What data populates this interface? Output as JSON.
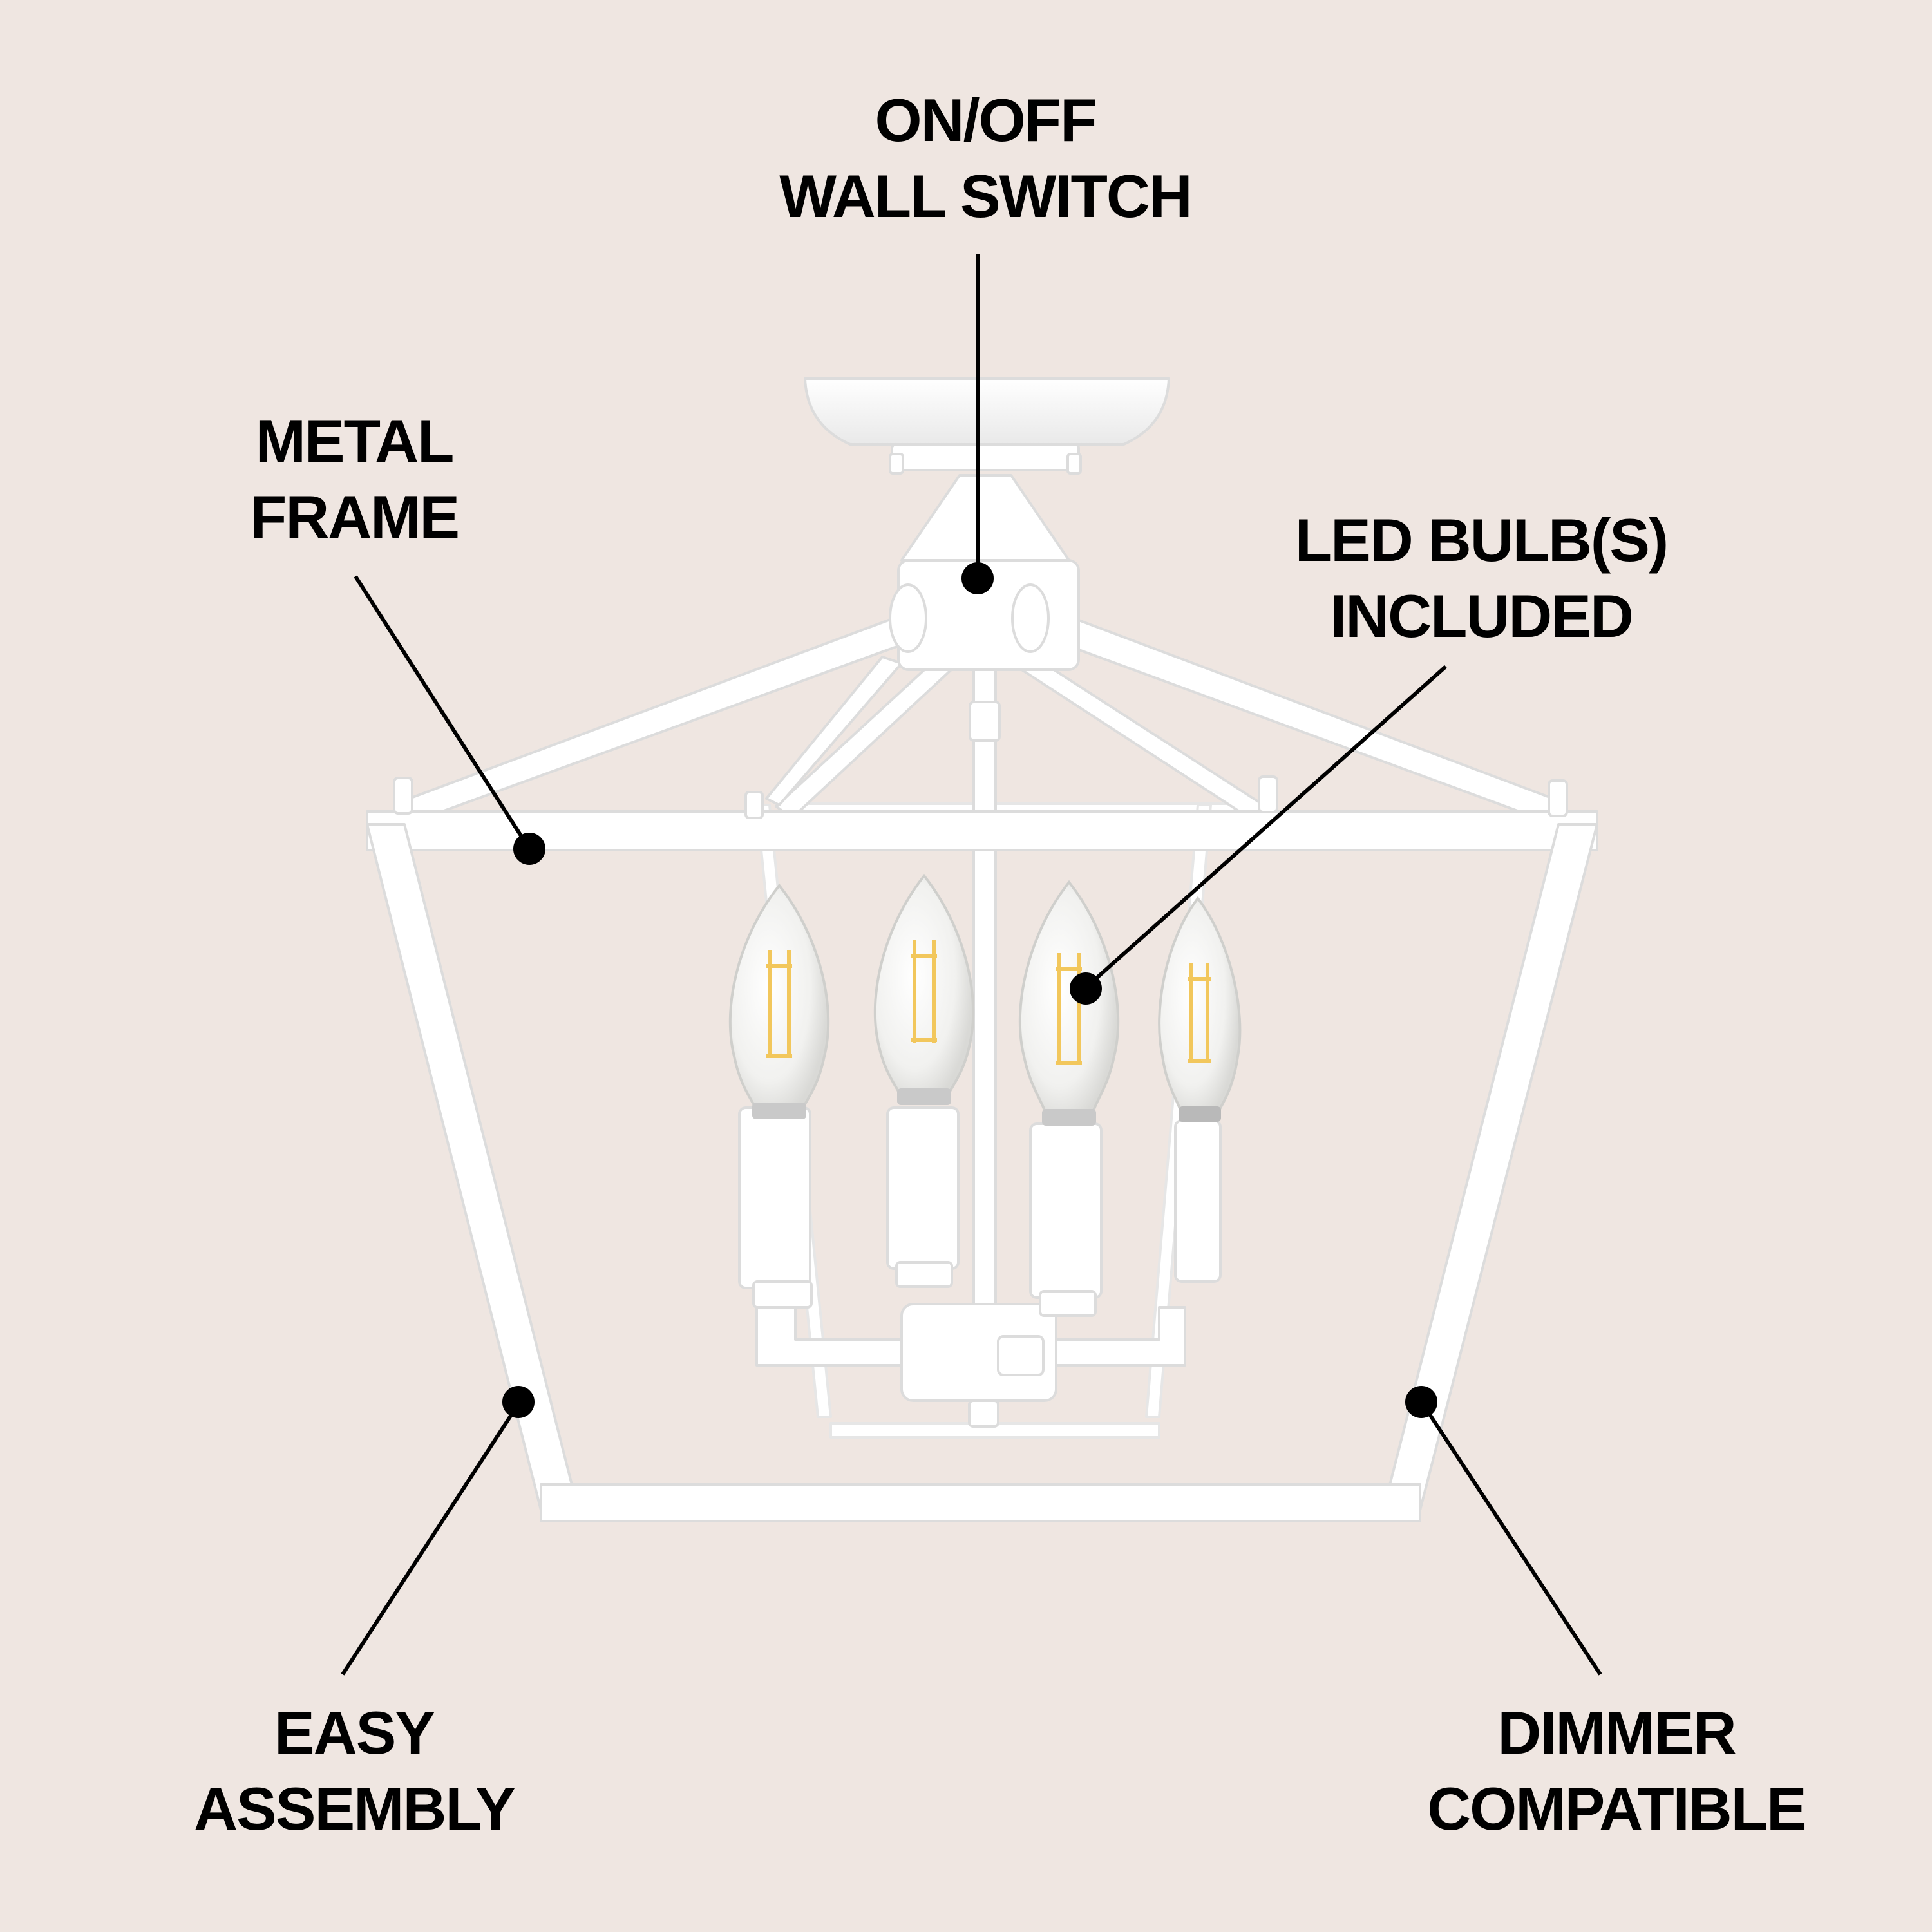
{
  "colors": {
    "background": "#efe6e1",
    "text": "#000000",
    "fixture": "#ffffff",
    "fixture_edge": "#dedede",
    "bulb_glass": "#f4f4f2",
    "filament": "#f2c75c",
    "callout": "#000000"
  },
  "callouts": [
    {
      "id": "switch",
      "lines": [
        "ON/OFF",
        "WALL SWITCH"
      ]
    },
    {
      "id": "metal",
      "lines": [
        "METAL",
        "FRAME"
      ]
    },
    {
      "id": "led",
      "lines": [
        "LED BULB(S)",
        "INCLUDED"
      ]
    },
    {
      "id": "easy",
      "lines": [
        "EASY",
        "ASSEMBLY"
      ]
    },
    {
      "id": "dimmer",
      "lines": [
        "DIMMER",
        "COMPATIBLE"
      ]
    }
  ]
}
